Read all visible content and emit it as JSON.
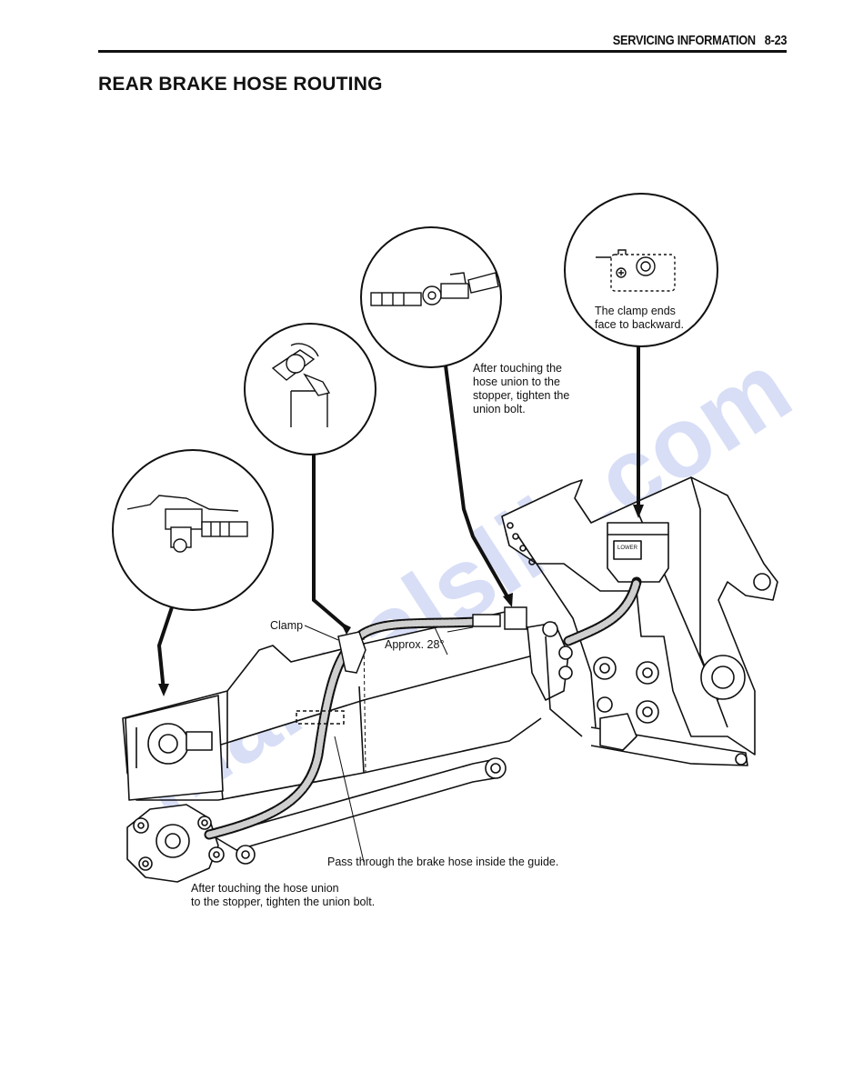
{
  "header": {
    "section": "SERVICING INFORMATION",
    "page": "8-23"
  },
  "title": "REAR BRAKE HOSE ROUTING",
  "callouts": {
    "clamp": "Clamp",
    "angle": "Approx. 28°",
    "union_bolt_top": [
      "After touching the",
      "hose union to the",
      "stopper, tighten the",
      "union bolt."
    ],
    "clamp_ends": [
      "The clamp ends",
      "face to backward."
    ],
    "guide": "Pass through the brake hose inside the guide.",
    "union_bolt_bottom": [
      "After touching the hose union",
      "to the stopper, tighten the union bolt."
    ]
  },
  "inset_text": {
    "reservoir_label": "LOWER"
  },
  "watermark": "manualslib.com"
}
